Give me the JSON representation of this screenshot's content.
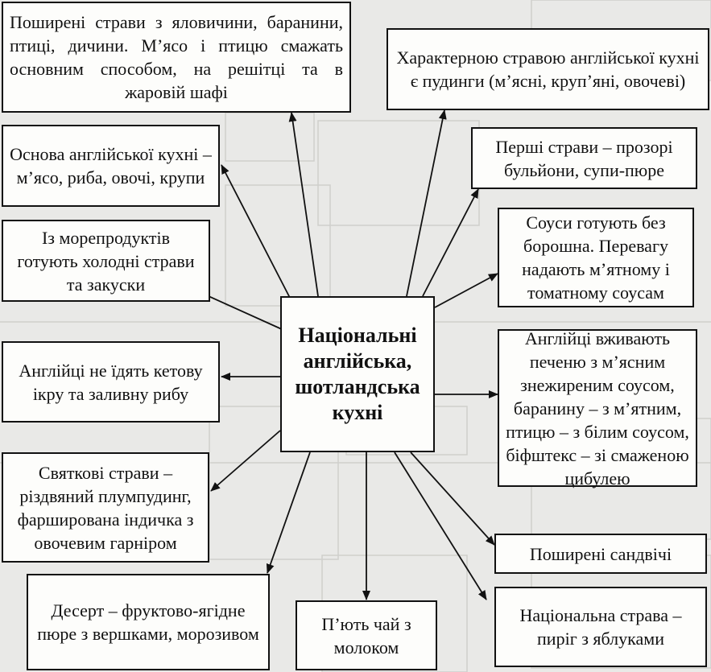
{
  "diagram": {
    "center": "Національні англійська, шотландська кухні",
    "boxes": {
      "meat": "Поширені страви з яловичини, баранини, птиці, дичини. М’ясо і птицю смажать основним способом, на решітці та в жаровій шафі",
      "basis": "Основа англійської кухні – м’ясо, риба, овочі, крупи",
      "seafood": "Із морепродуктів готують холодні страви та закуски",
      "caviar": "Англійці не їдять кетову ікру та заливну рибу",
      "holiday": "Святкові страви – різдвяний плумпудинг, фарширована індичка з овочевим гарніром",
      "dessert": "Десерт – фруктово-ягідне пюре з вершками, морозивом",
      "tea": "П’ють чай з молоком",
      "pudding": "Характерною стравою англійської кухні є пудинги (м’ясні, круп’яні, овочеві)",
      "soups": "Перші страви – прозорі бульйони, супи-пюре",
      "sauces": "Соуси готують без борошна. Перевагу надають м’ятному і томатному соусам",
      "liver": "Англійці вживають печеню з м’ясним знежиреним соусом, баранину – з м’ятним, птицю – з білим соусом, біфштекс – зі смаженою цибулею",
      "sandwich": "Поширені сандвічі",
      "pie": "Національна страва – пиріг з яблуками"
    }
  }
}
